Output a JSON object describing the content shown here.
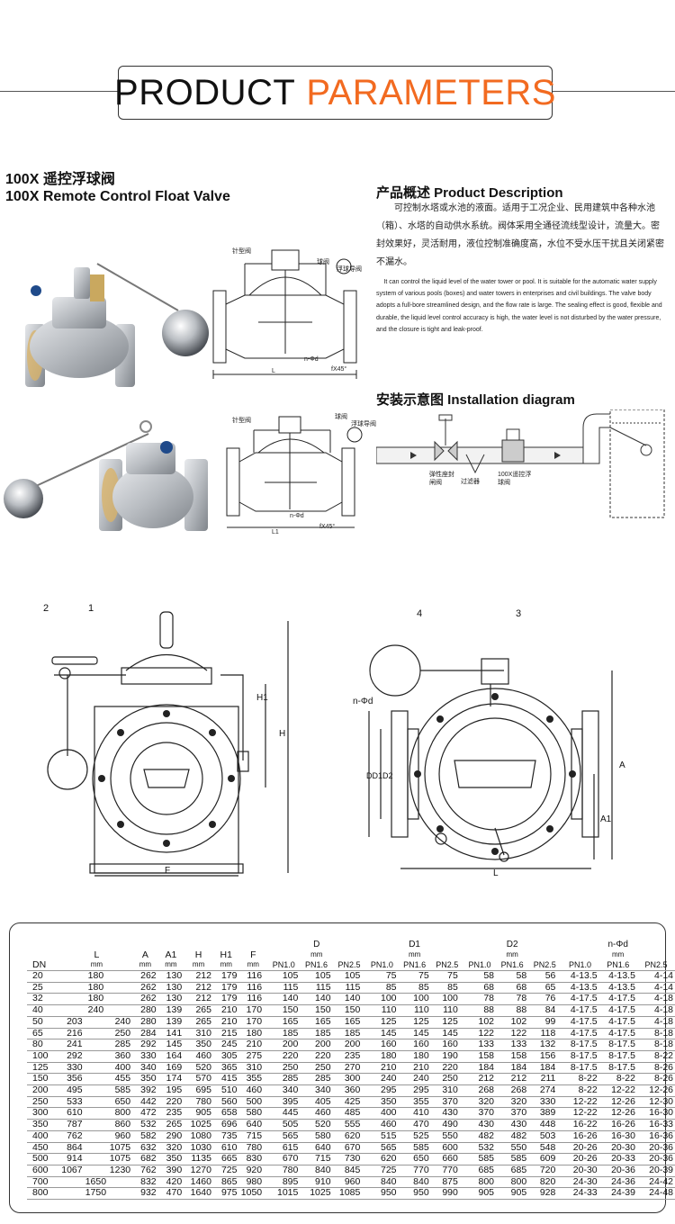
{
  "header": {
    "word1": "PRODUCT",
    "word2": "PARAMETERS",
    "accent": "#f26a20"
  },
  "product": {
    "title_cn": "100X 遥控浮球阀",
    "title_en": "100X Remote Control Float Valve"
  },
  "description": {
    "title": "产品概述 Product Description",
    "cn": "可控制水塔或水池的液面。适用于工况企业、民用建筑中各种水池（箱）、水塔的自动供水系统。阀体采用全通径流线型设计，流量大。密封效果好，灵活耐用，液位控制准确度高，水位不受水压干扰且关闭紧密不漏水。",
    "en": "It can control the liquid level of the water tower or pool. It is suitable for the automatic water supply system of various pools (boxes) and water towers in enterprises and civil buildings. The valve body adopts a full-bore streamlined design, and the flow rate is large. The sealing effect is good, flexible and durable, the liquid level control accuracy is high, the water level is not disturbed by the water pressure, and the closure is tight and leak-proof."
  },
  "installation": {
    "title": "安装示意图 Installation diagram",
    "label1": "弹性座封闸阀",
    "label2": "过滤器",
    "label3": "100X遥控浮球阀"
  },
  "sections": {
    "needle": "针型阀",
    "ball": "球阀",
    "float_pilot": "浮球导阀",
    "n_phi": "n-Φd",
    "chamfer": "fX45°",
    "L": "L",
    "L1": "L1"
  },
  "big": {
    "n1": "1",
    "n2": "2",
    "n3": "3",
    "n4": "4",
    "H": "H",
    "H1": "H1",
    "F": "F",
    "L": "L",
    "A": "A",
    "A1": "A1",
    "D": "DD1D2",
    "nphid": "n-Φd"
  },
  "table": {
    "head": {
      "dn": "DN",
      "L": "L",
      "mm": "mm",
      "A": "A",
      "A1": "A1",
      "H": "H",
      "H1": "H1",
      "F": "F",
      "D": "D",
      "D1": "D1",
      "D2": "D2",
      "nphid": "n-Φd",
      "pn": [
        "PN1.0",
        "PN1.6",
        "PN2.5"
      ]
    },
    "rows": [
      [
        "20",
        "",
        "180",
        "",
        "262",
        "130",
        "212",
        "179",
        "116",
        "105",
        "105",
        "105",
        "75",
        "75",
        "75",
        "58",
        "58",
        "56",
        "4-13.5",
        "4-13.5",
        "4-14"
      ],
      [
        "25",
        "",
        "180",
        "",
        "262",
        "130",
        "212",
        "179",
        "116",
        "115",
        "115",
        "115",
        "85",
        "85",
        "85",
        "68",
        "68",
        "65",
        "4-13.5",
        "4-13.5",
        "4-14"
      ],
      [
        "32",
        "",
        "180",
        "",
        "262",
        "130",
        "212",
        "179",
        "116",
        "140",
        "140",
        "140",
        "100",
        "100",
        "100",
        "78",
        "78",
        "76",
        "4-17.5",
        "4-17.5",
        "4-18"
      ],
      [
        "40",
        "",
        "240",
        "",
        "280",
        "139",
        "265",
        "210",
        "170",
        "150",
        "150",
        "150",
        "110",
        "110",
        "110",
        "88",
        "88",
        "84",
        "4-17.5",
        "4-17.5",
        "4-18"
      ],
      [
        "50",
        "203",
        "",
        "240",
        "280",
        "139",
        "265",
        "210",
        "170",
        "165",
        "165",
        "165",
        "125",
        "125",
        "125",
        "102",
        "102",
        "99",
        "4-17.5",
        "4-17.5",
        "4-18"
      ],
      [
        "65",
        "216",
        "",
        "250",
        "284",
        "141",
        "310",
        "215",
        "180",
        "185",
        "185",
        "185",
        "145",
        "145",
        "145",
        "122",
        "122",
        "118",
        "4-17.5",
        "4-17.5",
        "8-18"
      ],
      [
        "80",
        "241",
        "",
        "285",
        "292",
        "145",
        "350",
        "245",
        "210",
        "200",
        "200",
        "200",
        "160",
        "160",
        "160",
        "133",
        "133",
        "132",
        "8-17.5",
        "8-17.5",
        "8-18"
      ],
      [
        "100",
        "292",
        "",
        "360",
        "330",
        "164",
        "460",
        "305",
        "275",
        "220",
        "220",
        "235",
        "180",
        "180",
        "190",
        "158",
        "158",
        "156",
        "8-17.5",
        "8-17.5",
        "8-22"
      ],
      [
        "125",
        "330",
        "",
        "400",
        "340",
        "169",
        "520",
        "365",
        "310",
        "250",
        "250",
        "270",
        "210",
        "210",
        "220",
        "184",
        "184",
        "184",
        "8-17.5",
        "8-17.5",
        "8-26"
      ],
      [
        "150",
        "356",
        "",
        "455",
        "350",
        "174",
        "570",
        "415",
        "355",
        "285",
        "285",
        "300",
        "240",
        "240",
        "250",
        "212",
        "212",
        "211",
        "8-22",
        "8-22",
        "8-26"
      ],
      [
        "200",
        "495",
        "",
        "585",
        "392",
        "195",
        "695",
        "510",
        "460",
        "340",
        "340",
        "360",
        "295",
        "295",
        "310",
        "268",
        "268",
        "274",
        "8-22",
        "12-22",
        "12-26"
      ],
      [
        "250",
        "533",
        "",
        "650",
        "442",
        "220",
        "780",
        "560",
        "500",
        "395",
        "405",
        "425",
        "350",
        "355",
        "370",
        "320",
        "320",
        "330",
        "12-22",
        "12-26",
        "12-30"
      ],
      [
        "300",
        "610",
        "",
        "800",
        "472",
        "235",
        "905",
        "658",
        "580",
        "445",
        "460",
        "485",
        "400",
        "410",
        "430",
        "370",
        "370",
        "389",
        "12-22",
        "12-26",
        "16-30"
      ],
      [
        "350",
        "787",
        "",
        "860",
        "532",
        "265",
        "1025",
        "696",
        "640",
        "505",
        "520",
        "555",
        "460",
        "470",
        "490",
        "430",
        "430",
        "448",
        "16-22",
        "16-26",
        "16-33"
      ],
      [
        "400",
        "762",
        "",
        "960",
        "582",
        "290",
        "1080",
        "735",
        "715",
        "565",
        "580",
        "620",
        "515",
        "525",
        "550",
        "482",
        "482",
        "503",
        "16-26",
        "16-30",
        "16-36"
      ],
      [
        "450",
        "864",
        "",
        "1075",
        "632",
        "320",
        "1030",
        "610",
        "780",
        "615",
        "640",
        "670",
        "565",
        "585",
        "600",
        "532",
        "550",
        "548",
        "20-26",
        "20-30",
        "20-36"
      ],
      [
        "500",
        "914",
        "",
        "1075",
        "682",
        "350",
        "1135",
        "665",
        "830",
        "670",
        "715",
        "730",
        "620",
        "650",
        "660",
        "585",
        "585",
        "609",
        "20-26",
        "20-33",
        "20-36"
      ],
      [
        "600",
        "1067",
        "",
        "1230",
        "762",
        "390",
        "1270",
        "725",
        "920",
        "780",
        "840",
        "845",
        "725",
        "770",
        "770",
        "685",
        "685",
        "720",
        "20-30",
        "20-36",
        "20-39"
      ],
      [
        "700",
        "",
        "1650",
        "",
        "832",
        "420",
        "1460",
        "865",
        "980",
        "895",
        "910",
        "960",
        "840",
        "840",
        "875",
        "800",
        "800",
        "820",
        "24-30",
        "24-36",
        "24-42"
      ],
      [
        "800",
        "",
        "1750",
        "",
        "932",
        "470",
        "1640",
        "975",
        "1050",
        "1015",
        "1025",
        "1085",
        "950",
        "950",
        "990",
        "905",
        "905",
        "928",
        "24-33",
        "24-39",
        "24-48"
      ]
    ]
  }
}
